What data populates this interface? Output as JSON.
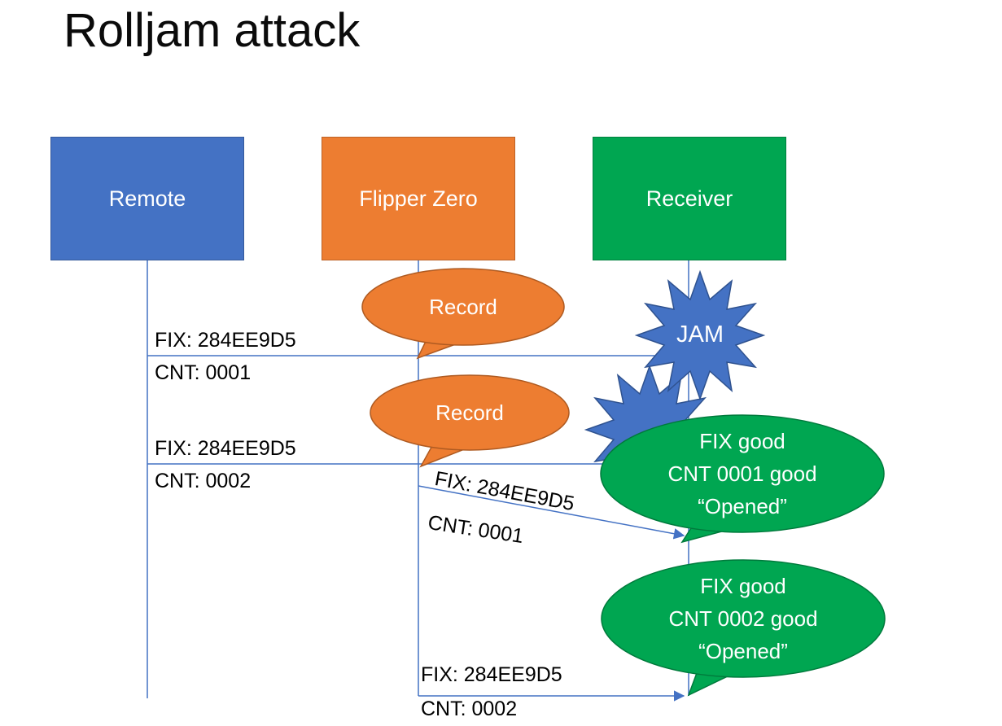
{
  "title": "Rolljam attack",
  "actors": [
    {
      "id": "remote",
      "label": "Remote"
    },
    {
      "id": "flipper",
      "label": "Flipper Zero"
    },
    {
      "id": "receiver",
      "label": "Receiver"
    }
  ],
  "messages": [
    {
      "fix": "FIX: 284EE9D5",
      "cnt": "CNT: 0001"
    },
    {
      "fix": "FIX: 284EE9D5",
      "cnt": "CNT: 0002"
    },
    {
      "fix": "FIX: 284EE9D5",
      "cnt": "CNT: 0001"
    },
    {
      "fix": "FIX: 284EE9D5",
      "cnt": "CNT: 0002"
    }
  ],
  "callouts": {
    "record1": {
      "label": "Record"
    },
    "record2": {
      "label": "Record"
    },
    "jam": {
      "label": "JAM"
    },
    "good1": {
      "line1": "FIX good",
      "line2": "CNT 0001 good",
      "line3": "“Opened”"
    },
    "good2": {
      "line1": "FIX good",
      "line2": "CNT 0002 good",
      "line3": "“Opened”"
    }
  },
  "colors": {
    "blue": "#4472C4",
    "blue_border": "#35599B",
    "orange": "#ED7D31",
    "orange_border": "#AE5A21",
    "green": "#00A651",
    "green_border": "#007A3C",
    "connector": "#4472C4"
  }
}
